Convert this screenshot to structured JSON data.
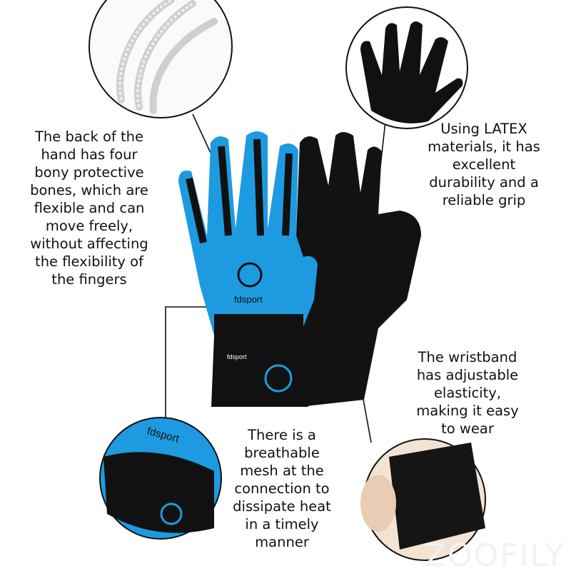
{
  "captions": {
    "bones": [
      "The back of the",
      "hand has four",
      "bony protective",
      "bones, which are",
      "flexible and can",
      "move freely,",
      "without affecting",
      "the flexibility of",
      "the fingers"
    ],
    "latex": [
      "Using LATEX",
      "materials, it has",
      "excellent",
      "durability and a",
      "reliable grip"
    ],
    "wristband": [
      "The wristband",
      "has adjustable",
      "elasticity,",
      "making it easy",
      "to wear"
    ],
    "mesh": [
      "There is a",
      "breathable",
      "mesh at the",
      "connection to",
      "dissipate heat",
      "in a timely",
      "manner"
    ]
  },
  "product": {
    "brand_label": "fdsport"
  },
  "watermark": "ZOOFILY",
  "colors": {
    "accent_blue": "#1e9be0",
    "glove_black": "#111111",
    "line": "#111111"
  }
}
